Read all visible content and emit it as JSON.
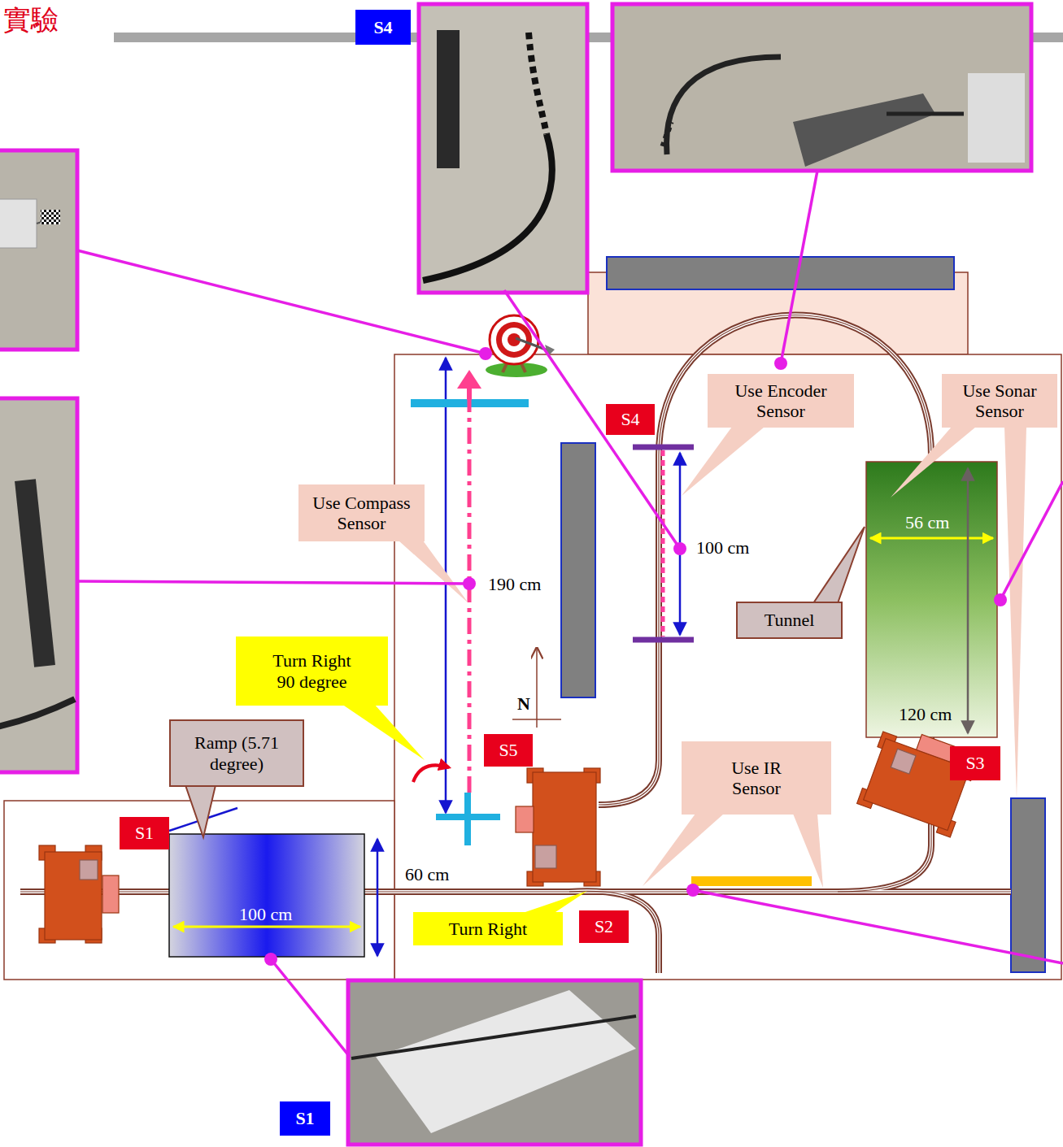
{
  "diagram": {
    "title": "實驗",
    "nodes": [
      {
        "text": [
          "S4"
        ]
      },
      {
        "text": [
          "Use Encoder Sensor"
        ]
      },
      {
        "text": [
          "Use Sonar Sensor"
        ]
      },
      {
        "text": [
          "S4"
        ]
      },
      {
        "text": [
          "Use Compass Sensor"
        ]
      },
      {
        "text": [
          "56 cm",
          "120 cm"
        ]
      },
      {
        "text": [
          "Tunnel"
        ]
      },
      {
        "text": [
          "Turn Right 90 degree"
        ]
      },
      {
        "text": [
          "S5"
        ]
      },
      {
        "text": [
          "Ramp (5.71 degree)"
        ]
      },
      {
        "text": [
          "S1"
        ]
      },
      {
        "text": [
          "Use IR Sensor"
        ]
      },
      {
        "text": [
          "S3"
        ]
      },
      {
        "text": [
          "100 cm"
        ]
      },
      {
        "text": [
          "Turn Right"
        ]
      },
      {
        "text": [
          "S2"
        ]
      },
      {
        "text": [
          "S1"
        ]
      }
    ],
    "labels": [
      "100 cm",
      "190 cm",
      "N",
      "60 cm"
    ]
  }
}
